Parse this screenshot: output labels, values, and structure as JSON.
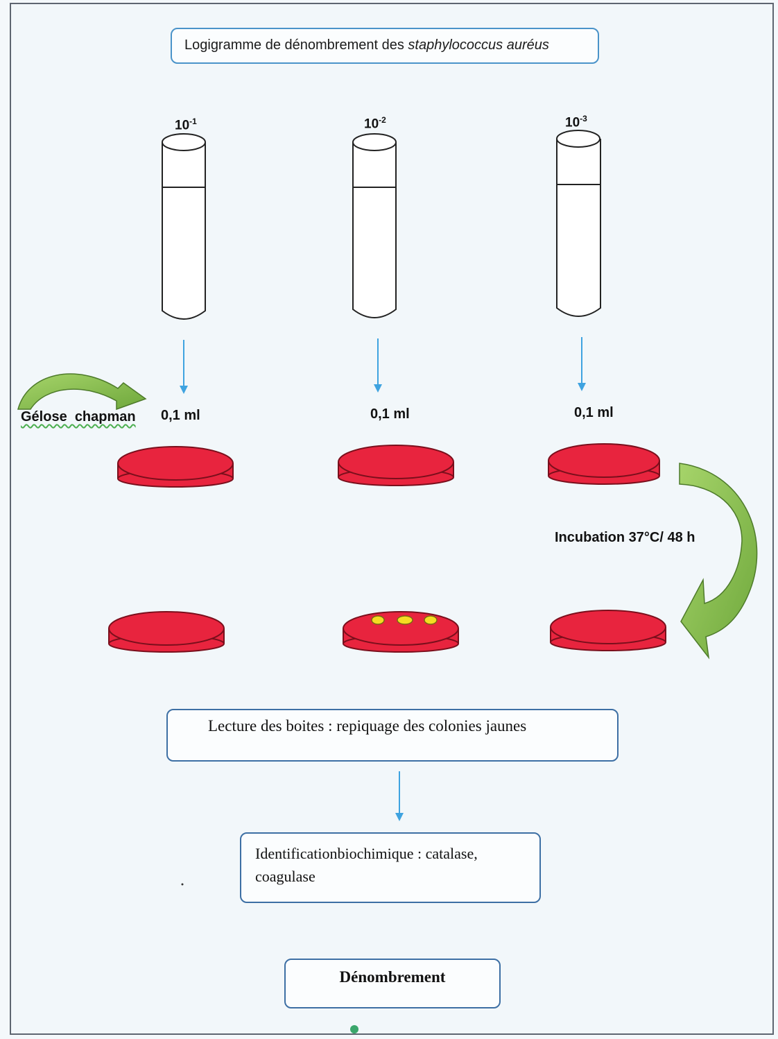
{
  "title": {
    "prefix": "Logigramme de dénombrement des ",
    "italic": "staphylococcus auréus"
  },
  "tubes": [
    {
      "base": "10",
      "exp": "-1"
    },
    {
      "base": "10",
      "exp": "-2"
    },
    {
      "base": "10",
      "exp": "-3"
    }
  ],
  "volume_labels": [
    "0,1 ml",
    "0,1 ml",
    "0,1 ml"
  ],
  "medium_label": "Gélose  chapman",
  "incubation_label": "Incubation 37°C/ 48 h",
  "lecture_label": "Lecture des boites : repiquage des colonies jaunes",
  "identification_label": "Identificationbiochimique : catalase, coagulase",
  "final_label": "Dénombrement",
  "colors": {
    "dish_fill": "#e8243e",
    "dish_stroke": "#7a0f1c",
    "arrow_blue": "#3fa3e0",
    "curve_arrow_green": "#8bc34a",
    "colony_yellow": "#f5dc22"
  },
  "colonies_on_plate": 3
}
